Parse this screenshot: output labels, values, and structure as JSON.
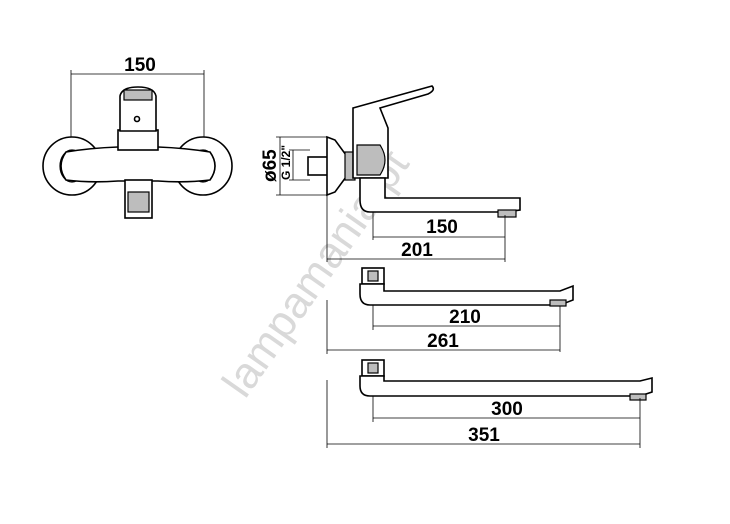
{
  "watermark": "lampamania.pt",
  "front_view": {
    "width_dim": "150"
  },
  "side_view": {
    "rosette_dim": "ø65",
    "thread_dim": "G 1/2\"",
    "spouts": [
      {
        "reach": "150",
        "total": "201"
      },
      {
        "reach": "210",
        "total": "261"
      },
      {
        "reach": "300",
        "total": "351"
      }
    ]
  },
  "colors": {
    "line": "#000000",
    "watermark": "#d9d9d9"
  }
}
